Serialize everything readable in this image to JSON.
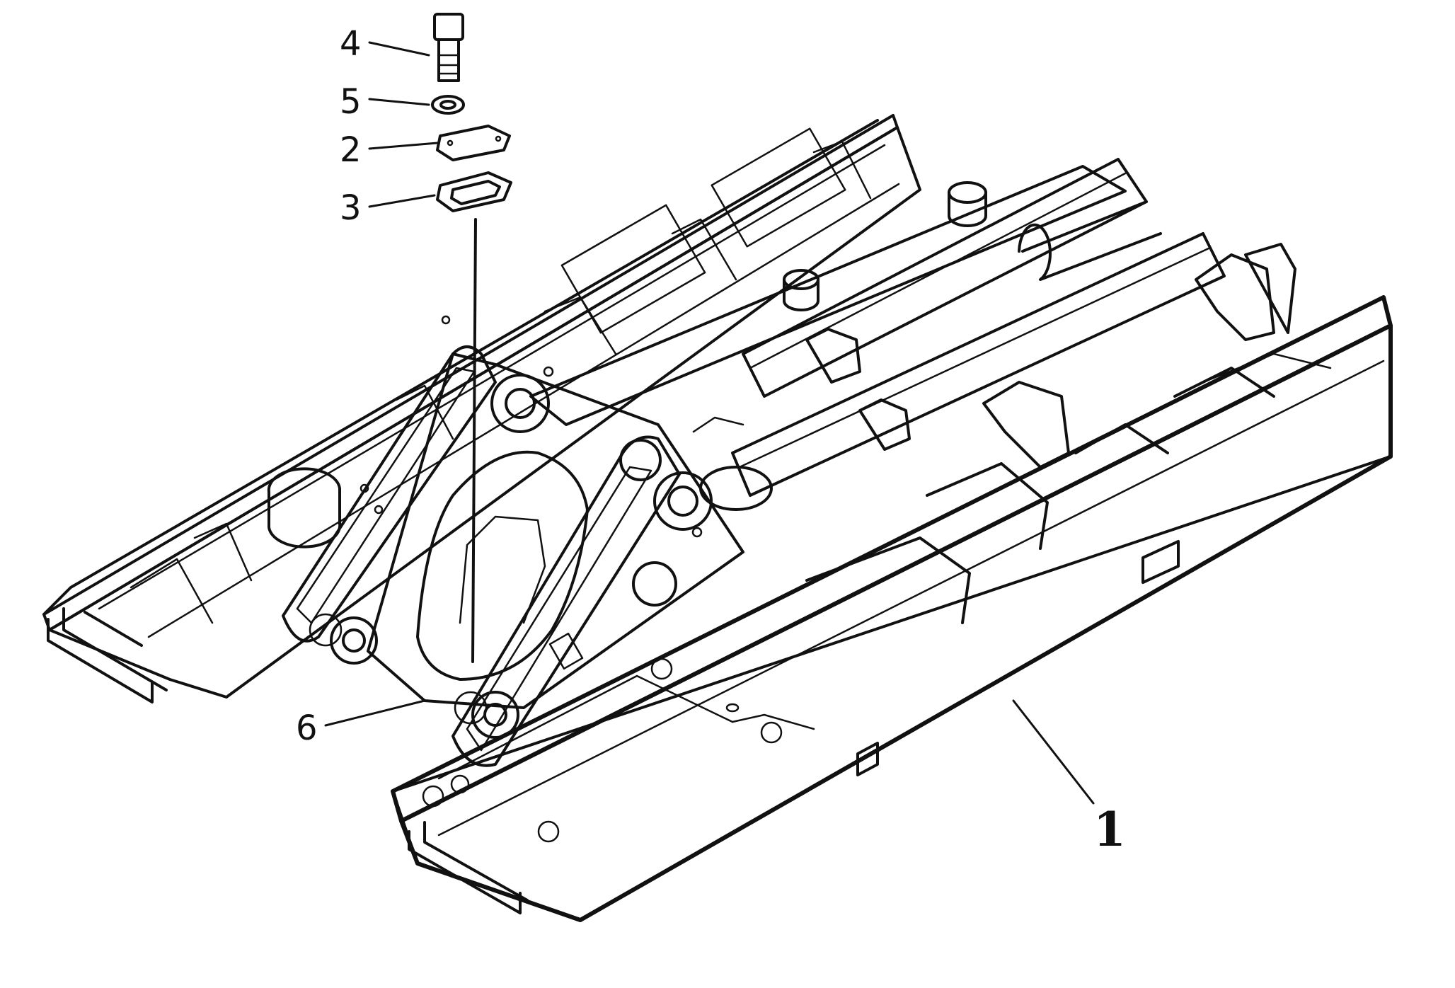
{
  "diagram": {
    "labels": {
      "part_1": "1",
      "part_2": "2",
      "part_3": "3",
      "part_4": "4",
      "part_5": "5",
      "part_6": "6"
    }
  }
}
